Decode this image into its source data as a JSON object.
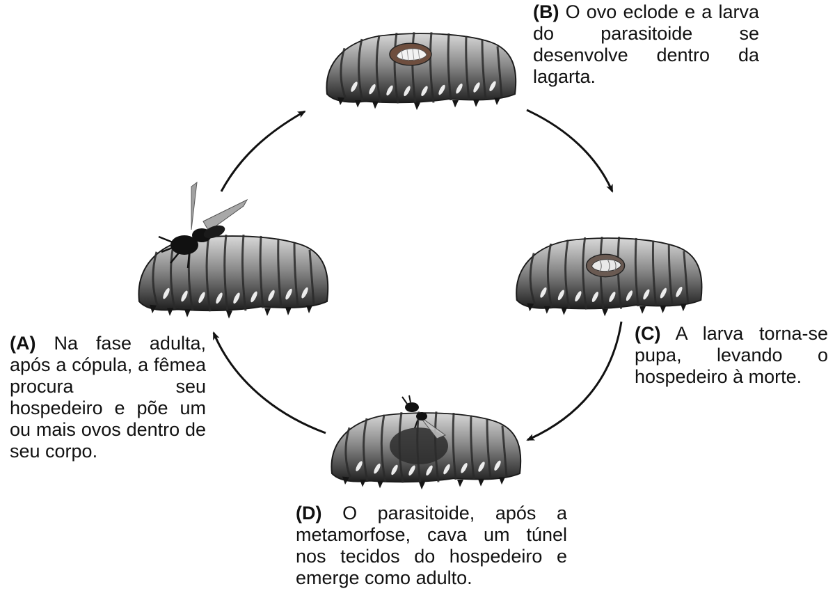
{
  "stages": {
    "a": {
      "letter": "(A)",
      "text": "Na fase adulta, após a cópula, a fêmea procura seu hospedeiro e põe um ou mais ovos dentro de seu corpo."
    },
    "b": {
      "letter": "(B)",
      "text": "O ovo eclode e a larva do parasitoide se desenvolve dentro da lagarta."
    },
    "c": {
      "letter": "(C)",
      "text": "A larva torna-se pupa, levando o hospedeiro à morte."
    },
    "d": {
      "letter": "(D)",
      "text": "O parasitoide, após a metamorfose, cava um túnel nos tecidos do hospedeiro e emerge como adulto."
    }
  },
  "colors": {
    "ink": "#111111",
    "body_dark": "#2b2b2b",
    "body_mid": "#7a7a7a",
    "body_light": "#cfcfcf"
  }
}
